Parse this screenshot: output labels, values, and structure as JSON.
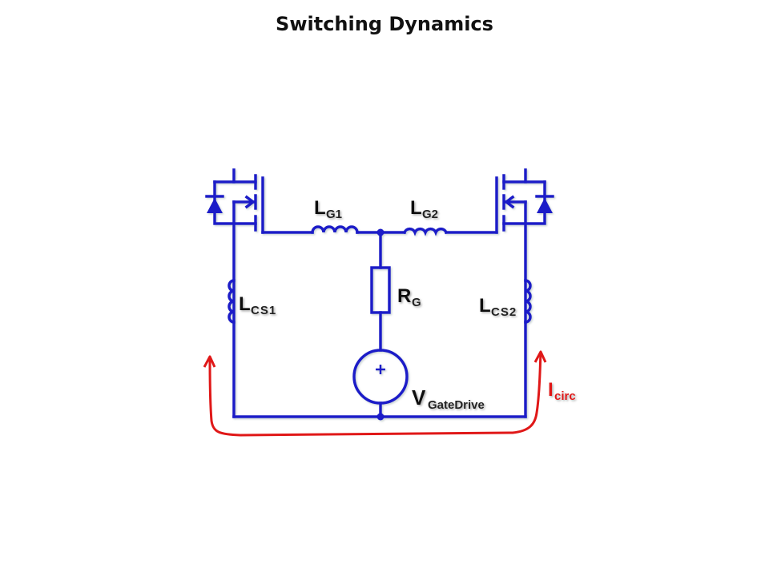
{
  "title": "Switching Dynamics",
  "diagram": {
    "type": "circuit-schematic",
    "components": [
      {
        "id": "Q1",
        "kind": "mosfet-with-body-diode",
        "side": "left"
      },
      {
        "id": "Q2",
        "kind": "mosfet-with-body-diode",
        "side": "right"
      },
      {
        "id": "LG1",
        "kind": "inductor",
        "label_main": "L",
        "label_sub": "G1"
      },
      {
        "id": "LG2",
        "kind": "inductor",
        "label_main": "L",
        "label_sub": "G2"
      },
      {
        "id": "LCS1",
        "kind": "inductor",
        "label_main": "L",
        "label_sub": "CS1"
      },
      {
        "id": "LCS2",
        "kind": "inductor",
        "label_main": "L",
        "label_sub": "CS2"
      },
      {
        "id": "RG",
        "kind": "resistor",
        "label_main": "R",
        "label_sub": "G"
      },
      {
        "id": "VGD",
        "kind": "voltage-source",
        "label_main": "V",
        "label_sub": "GateDrive",
        "polarity": "+"
      }
    ],
    "current": {
      "label_main": "I",
      "label_sub": "circ",
      "color": "#e01818"
    },
    "wire_color": "#1a1ac8"
  }
}
